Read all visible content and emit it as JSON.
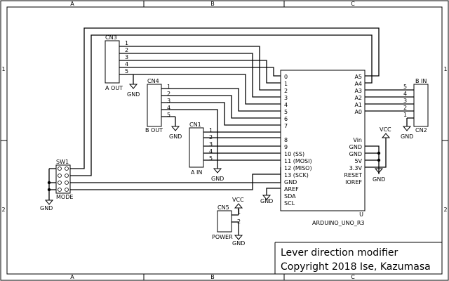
{
  "frame": {
    "col_labels": [
      "A",
      "B",
      "C"
    ],
    "row_labels": [
      "1",
      "2"
    ]
  },
  "title_block": {
    "title": "Lever direction modifier",
    "copyright": "Copyright 2018 Ise, Kazumasa"
  },
  "connectors": {
    "cn3": {
      "ref": "CN3",
      "name": "A OUT",
      "pins": [
        "1",
        "2",
        "3",
        "4",
        "5"
      ]
    },
    "cn4": {
      "ref": "CN4",
      "name": "B OUT",
      "pins": [
        "1",
        "2",
        "3",
        "4",
        "5"
      ]
    },
    "cn1": {
      "ref": "CN1",
      "name": "A IN",
      "pins": [
        "1",
        "2",
        "3",
        "4",
        "5"
      ]
    },
    "cn2": {
      "ref": "CN2",
      "name": "B IN",
      "pins": [
        "5",
        "4",
        "3",
        "2",
        "1"
      ]
    },
    "cn5": {
      "ref": "CN5",
      "name": "POWER",
      "pins": [
        "1",
        "2"
      ]
    },
    "sw1": {
      "ref": "SW1",
      "name": "MODE"
    }
  },
  "arduino": {
    "ref": "U",
    "value": "ARDUINO_UNO_R3",
    "left_pins": [
      "0",
      "1",
      "2",
      "3",
      "4",
      "5",
      "6",
      "7",
      "8",
      "9",
      "10 (SS)",
      "11 (MOSI)",
      "12 (MISO)",
      "13 (SCK)",
      "GND",
      "AREF",
      "SDA",
      "SCL"
    ],
    "right_top_pins": [
      "A5",
      "A4",
      "A3",
      "A2",
      "A1",
      "A0"
    ],
    "right_bottom_pins": [
      "Vin",
      "GND",
      "GND",
      "5V",
      "3.3V",
      "RESET",
      "IOREF"
    ]
  },
  "power": {
    "gnd": "GND",
    "vcc": "VCC"
  }
}
